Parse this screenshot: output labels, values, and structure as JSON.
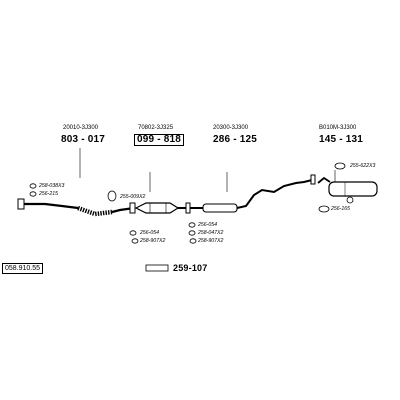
{
  "diagram_ref": "058.910.55",
  "sections": [
    {
      "oe": "20010-3J300",
      "part": "803 - 017"
    },
    {
      "oe": "70802-3J325",
      "part": "099 - 818"
    },
    {
      "oe": "20300-3J300",
      "part": "286 - 125"
    },
    {
      "oe": "B010M-3J300",
      "part": "145 - 131"
    }
  ],
  "callouts": {
    "c1": "258-038X3",
    "c2": "256-215",
    "c3": "255-009X2",
    "c4": "256-054",
    "c5": "258-907X2",
    "c6": "256-054",
    "c7": "258-047X2",
    "c8": "258-907X2",
    "c9": "255-622X3",
    "c10": "256-165"
  },
  "bottom_part": "259-107"
}
